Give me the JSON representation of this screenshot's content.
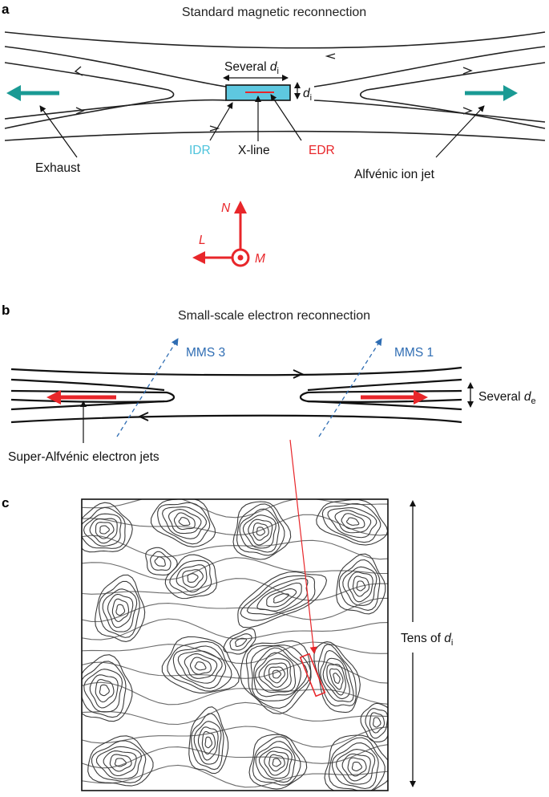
{
  "colors": {
    "teal": "#1a9a94",
    "red": "#e8262a",
    "idr_fill": "#5ec8e0",
    "mms_blue": "#2f6db3",
    "idr_text": "#4cc3dc",
    "edr_text": "#e8262a"
  },
  "panel_a": {
    "letter": "a",
    "title": "Standard magnetic reconnection",
    "several_prefix": "Several ",
    "d_symbol": "d",
    "d_sub": "i",
    "idr_label": "IDR",
    "xline_label": "X-line",
    "edr_label": "EDR",
    "exhaust_label": "Exhaust",
    "jet_label": "Alfvénic ion jet"
  },
  "axes": {
    "n_label": "N",
    "l_label": "L",
    "m_label": "M"
  },
  "panel_b": {
    "letter": "b",
    "title": "Small-scale electron reconnection",
    "mms3_label": "MMS 3",
    "mms1_label": "MMS 1",
    "several_prefix": "Several ",
    "de_symbol": "d",
    "de_sub": "e",
    "jets_label": "Super-Alfvénic electron jets"
  },
  "panel_c": {
    "letter": "c",
    "tens_prefix": "Tens of ",
    "d_symbol": "d",
    "d_sub": "i"
  }
}
